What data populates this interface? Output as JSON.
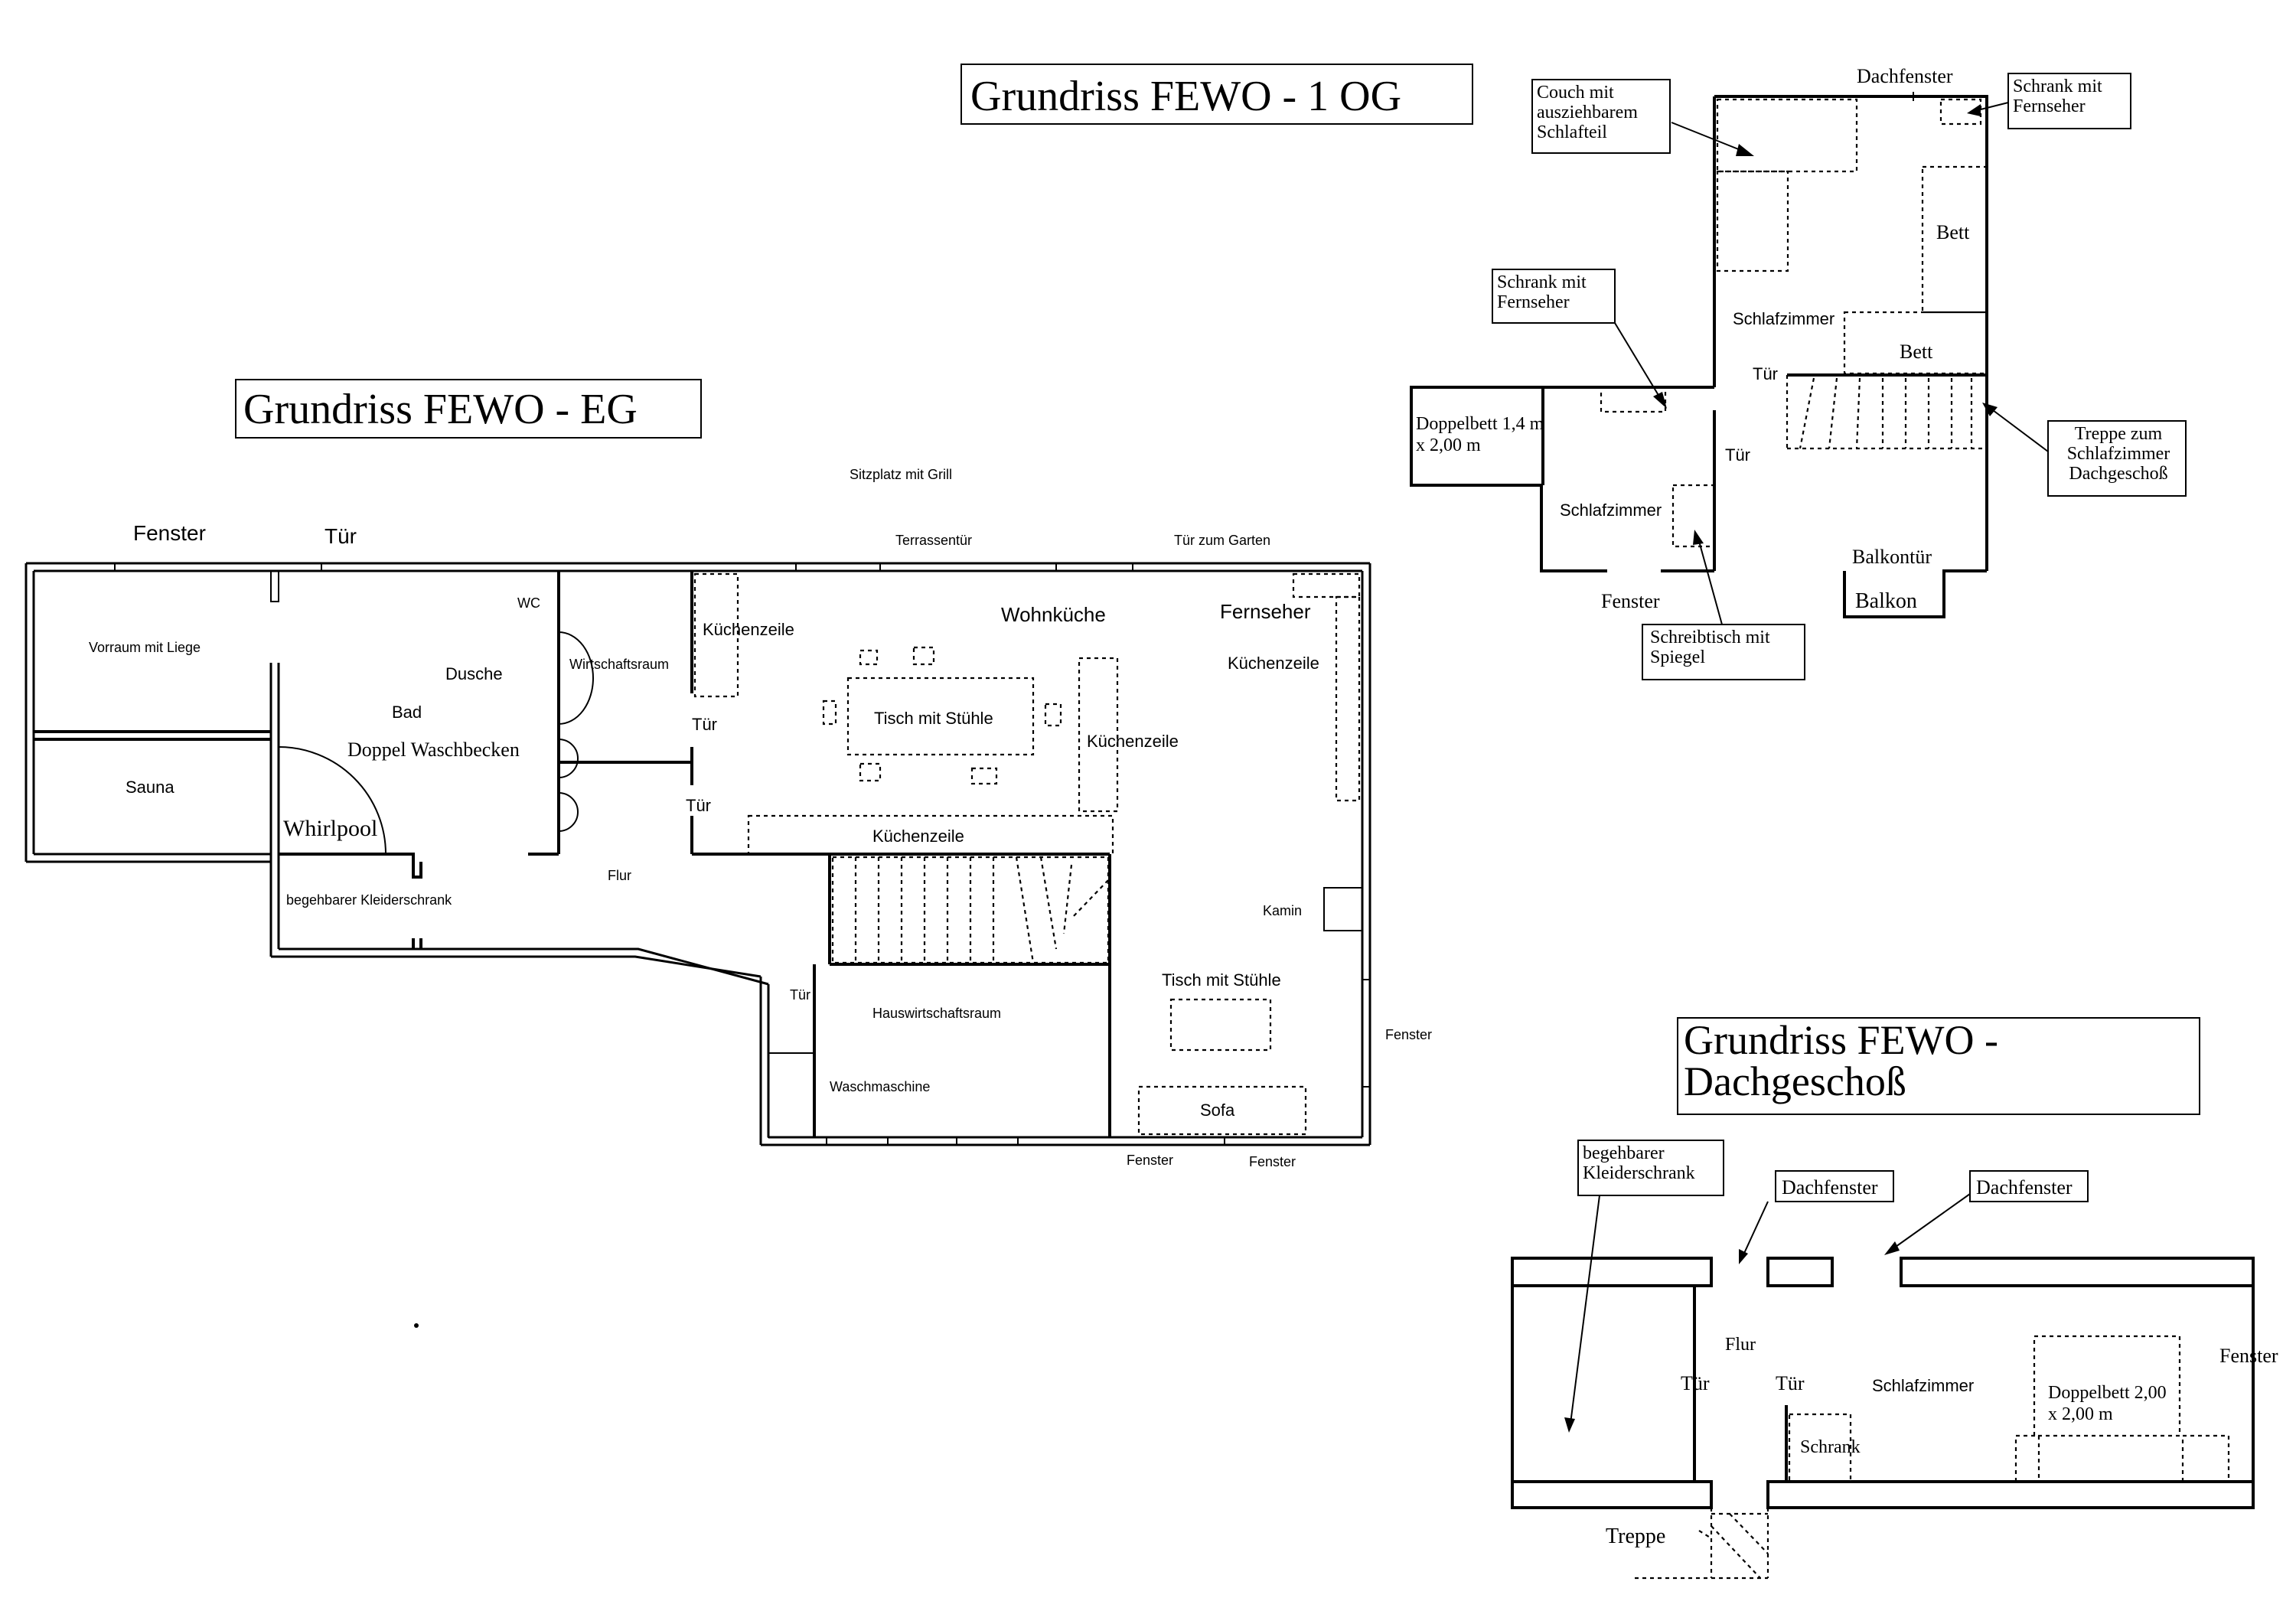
{
  "plans": {
    "eg": {
      "title": "Grundriss FEWO - EG",
      "labels": {
        "sitzplatz": "Sitzplatz mit Grill",
        "fenster_top": "Fenster",
        "tuer_top": "Tür",
        "terrassentuer": "Terrassentür",
        "tuer_garten": "Tür zum Garten",
        "vorraum": "Vorraum mit Liege",
        "sauna": "Sauna",
        "wc": "WC",
        "dusche": "Dusche",
        "bad": "Bad",
        "doppel_waschbecken": "Doppel Waschbecken",
        "whirlpool": "Whirlpool",
        "kleiderschrank": "begehbarer Kleiderschrank",
        "wirtschaftsraum": "Wirtschaftsraum",
        "flur": "Flur",
        "kuechenzeile_1": "Küchenzeile",
        "tuer_kueche_1": "Tür",
        "tuer_kueche_2": "Tür",
        "wohnkueche": "Wohnküche",
        "tisch_1": "Tisch mit Stühle",
        "kuechenzeile_2": "Küchenzeile",
        "kuechenzeile_3": "Küchenzeile",
        "fernseher": "Fernseher",
        "kuechenzeile_4": "Küchenzeile",
        "kamin": "Kamin",
        "tisch_2": "Tisch mit Stühle",
        "sofa": "Sofa",
        "fenster_right": "Fenster",
        "tuer_hwr": "Tür",
        "hauswirtschaftsraum": "Hauswirtschaftsraum",
        "waschmaschine": "Waschmaschine",
        "fenster_bottom_1": "Fenster",
        "fenster_bottom_2": "Fenster"
      }
    },
    "og": {
      "title": "Grundriss FEWO - 1 OG",
      "labels": {
        "dachfenster": "Dachfenster",
        "couch": "Couch mit ausziehbarem Schlafteil",
        "schrank_fernseher_1": "Schrank mit Fernseher",
        "bett_1": "Bett",
        "schrank_fernseher_2": "Schrank mit Fernseher",
        "schlafzimmer_1": "Schlafzimmer",
        "bett_2": "Bett",
        "tuer_1": "Tür",
        "doppelbett": "Doppelbett 1,4 m x 2,00 m",
        "tuer_2": "Tür",
        "treppe": "Treppe zum Schlafzimmer Dachgeschoß",
        "schlafzimmer_2": "Schlafzimmer",
        "balkontuer": "Balkontür",
        "fenster": "Fenster",
        "balkon": "Balkon",
        "schreibtisch": "Schreibtisch mit Spiegel"
      }
    },
    "dg": {
      "title": "Grundriss FEWO - Dachgeschoß",
      "labels": {
        "kleiderschrank": "begehbarer Kleiderschrank",
        "dachfenster_1": "Dachfenster",
        "dachfenster_2": "Dachfenster",
        "flur": "Flur",
        "tuer_1": "Tür",
        "tuer_2": "Tür",
        "schlafzimmer": "Schlafzimmer",
        "doppelbett": "Doppelbett 2,00 x 2,00 m",
        "fenster": "Fenster",
        "schrank": "Schrank",
        "treppe": "Treppe"
      }
    }
  }
}
